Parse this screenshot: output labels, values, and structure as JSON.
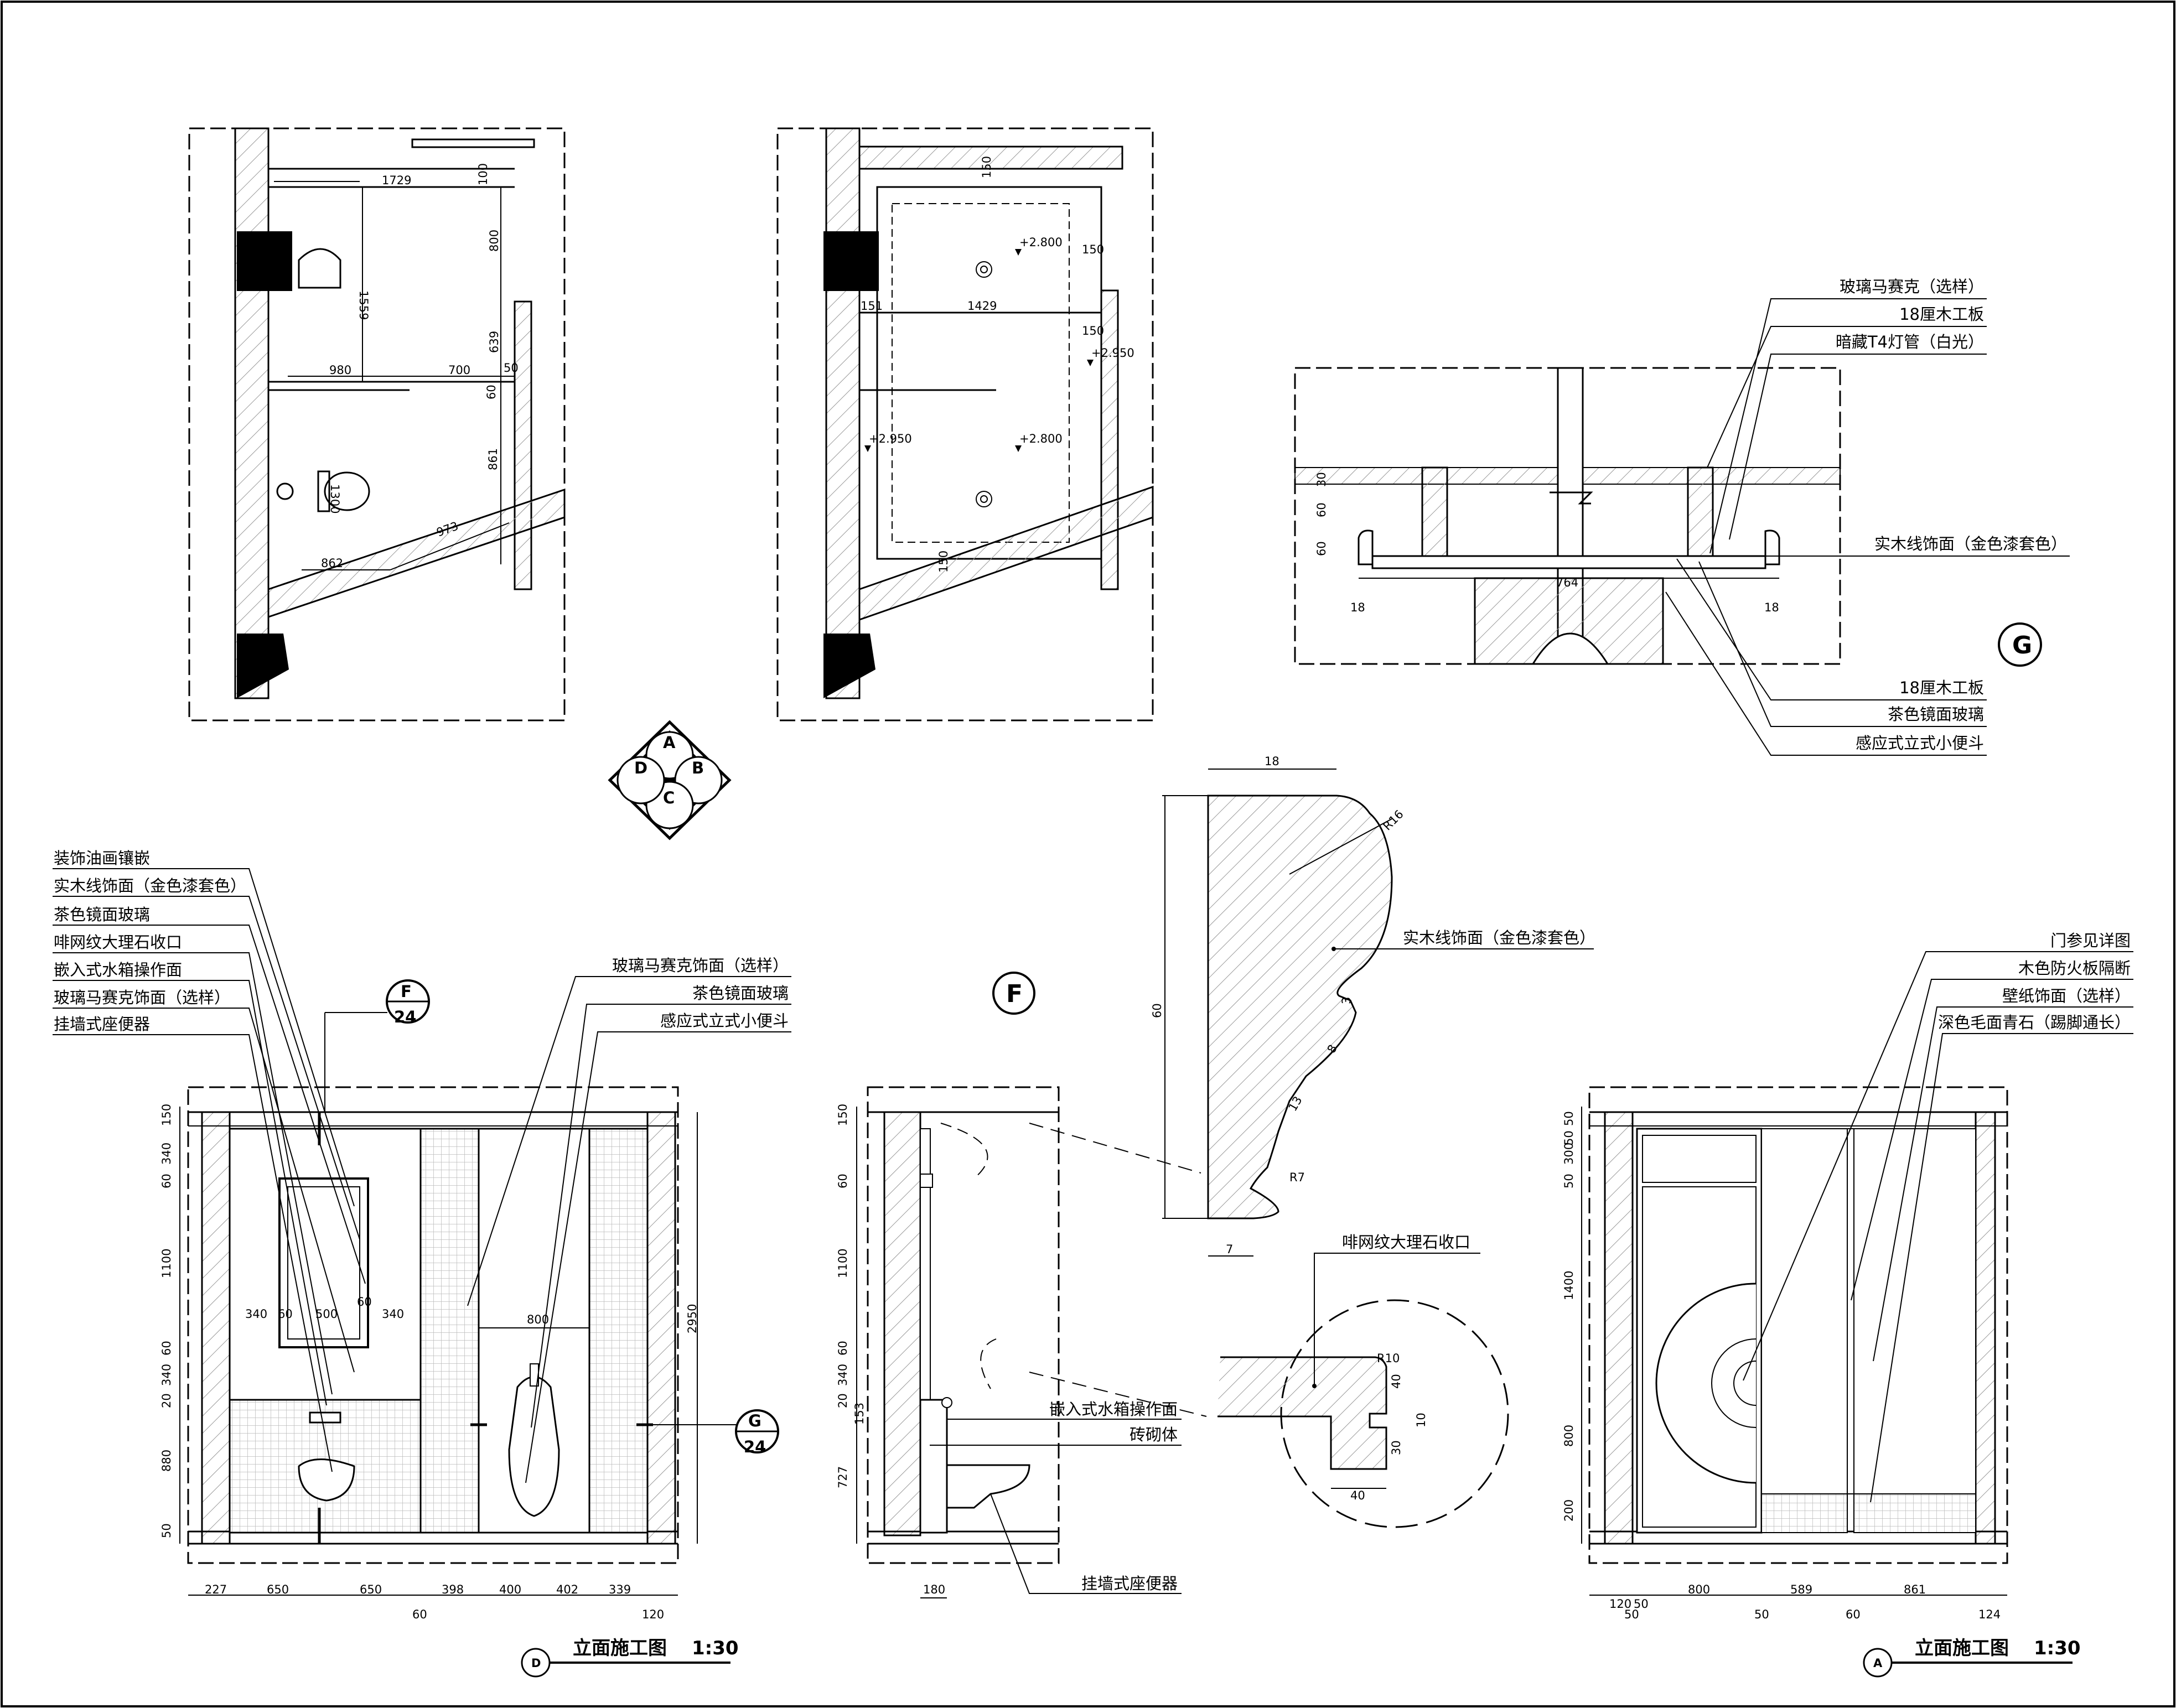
{
  "plans": {
    "plan1_dims": [
      "1729",
      "100",
      "800",
      "1559",
      "639",
      "980",
      "700",
      "50",
      "60",
      "1300",
      "861",
      "973",
      "862"
    ],
    "plan2_dims": [
      "150",
      "150",
      "1429",
      "151",
      "150",
      "150"
    ],
    "plan2_levels": [
      "+2.800",
      "+2.950",
      "+2.950",
      "+2.800"
    ]
  },
  "compass": {
    "marks": [
      "A",
      "B",
      "C",
      "D"
    ]
  },
  "detail_g": {
    "callouts_top": [
      "玻璃马赛克（选样）",
      "18厘木工板",
      "暗藏T4灯管（白光）"
    ],
    "callout_right": "实木线饰面（金色漆套色）",
    "callouts_bottom": [
      "18厘木工板",
      "茶色镜面玻璃",
      "感应式立式小便斗"
    ],
    "dims": [
      "30",
      "60",
      "60",
      "18",
      "764",
      "18"
    ],
    "marker": "G"
  },
  "detail_f": {
    "marker": "F",
    "dims": [
      "18",
      "R16",
      "60",
      "3",
      "8",
      "13",
      "R7",
      "7"
    ],
    "label": "实木线饰面（金色漆套色）"
  },
  "detail_marble": {
    "label": "啡网纹大理石收口",
    "dims": [
      "R10",
      "40",
      "10",
      "30",
      "40"
    ]
  },
  "elev_d": {
    "callouts_left": [
      "装饰油画镶嵌",
      "实木线饰面（金色漆套色）",
      "茶色镜面玻璃",
      "啡网纹大理石收口",
      "嵌入式水箱操作面",
      "玻璃马赛克饰面（选样）",
      "挂墙式座便器"
    ],
    "callouts_right": [
      "玻璃马赛克饰面（选样）",
      "茶色镜面玻璃",
      "感应式立式小便斗"
    ],
    "section_f": {
      "top": "F",
      "bottom": "24"
    },
    "section_g": {
      "top": "G",
      "bottom": "24"
    },
    "vert_dims": [
      "150",
      "340",
      "60",
      "1100",
      "60",
      "340",
      "20",
      "880",
      "50"
    ],
    "inner_dims": [
      "340",
      "60",
      "500",
      "340",
      "60",
      "800"
    ],
    "height_dim": "2950",
    "bottom_dims": [
      "227",
      "650",
      "650",
      "398",
      "400",
      "402",
      "339"
    ],
    "bottom_dims2": [
      "60",
      "120"
    ],
    "title": "立面施工图",
    "scale": "1:30",
    "marker": "D"
  },
  "elev_f": {
    "vert_dims": [
      "150",
      "60",
      "1100",
      "60",
      "340",
      "20",
      "153",
      "727"
    ],
    "bottom_dim": "180",
    "callouts": [
      "嵌入式水箱操作面",
      "砖砌体",
      "挂墙式座便器"
    ]
  },
  "elev_a": {
    "callouts": [
      "门参见详图",
      "木色防火板隔断",
      "壁纸饰面（选样）",
      "深色毛面青石（踢脚通长）"
    ],
    "vert_dims": [
      "50",
      "50",
      "300",
      "50",
      "1400",
      "800",
      "200"
    ],
    "bottom_dims": [
      "120",
      "50",
      "800",
      "589",
      "861"
    ],
    "bottom_dims2": [
      "50",
      "50",
      "60",
      "124"
    ],
    "title": "立面施工图",
    "scale": "1:30",
    "marker": "A"
  }
}
